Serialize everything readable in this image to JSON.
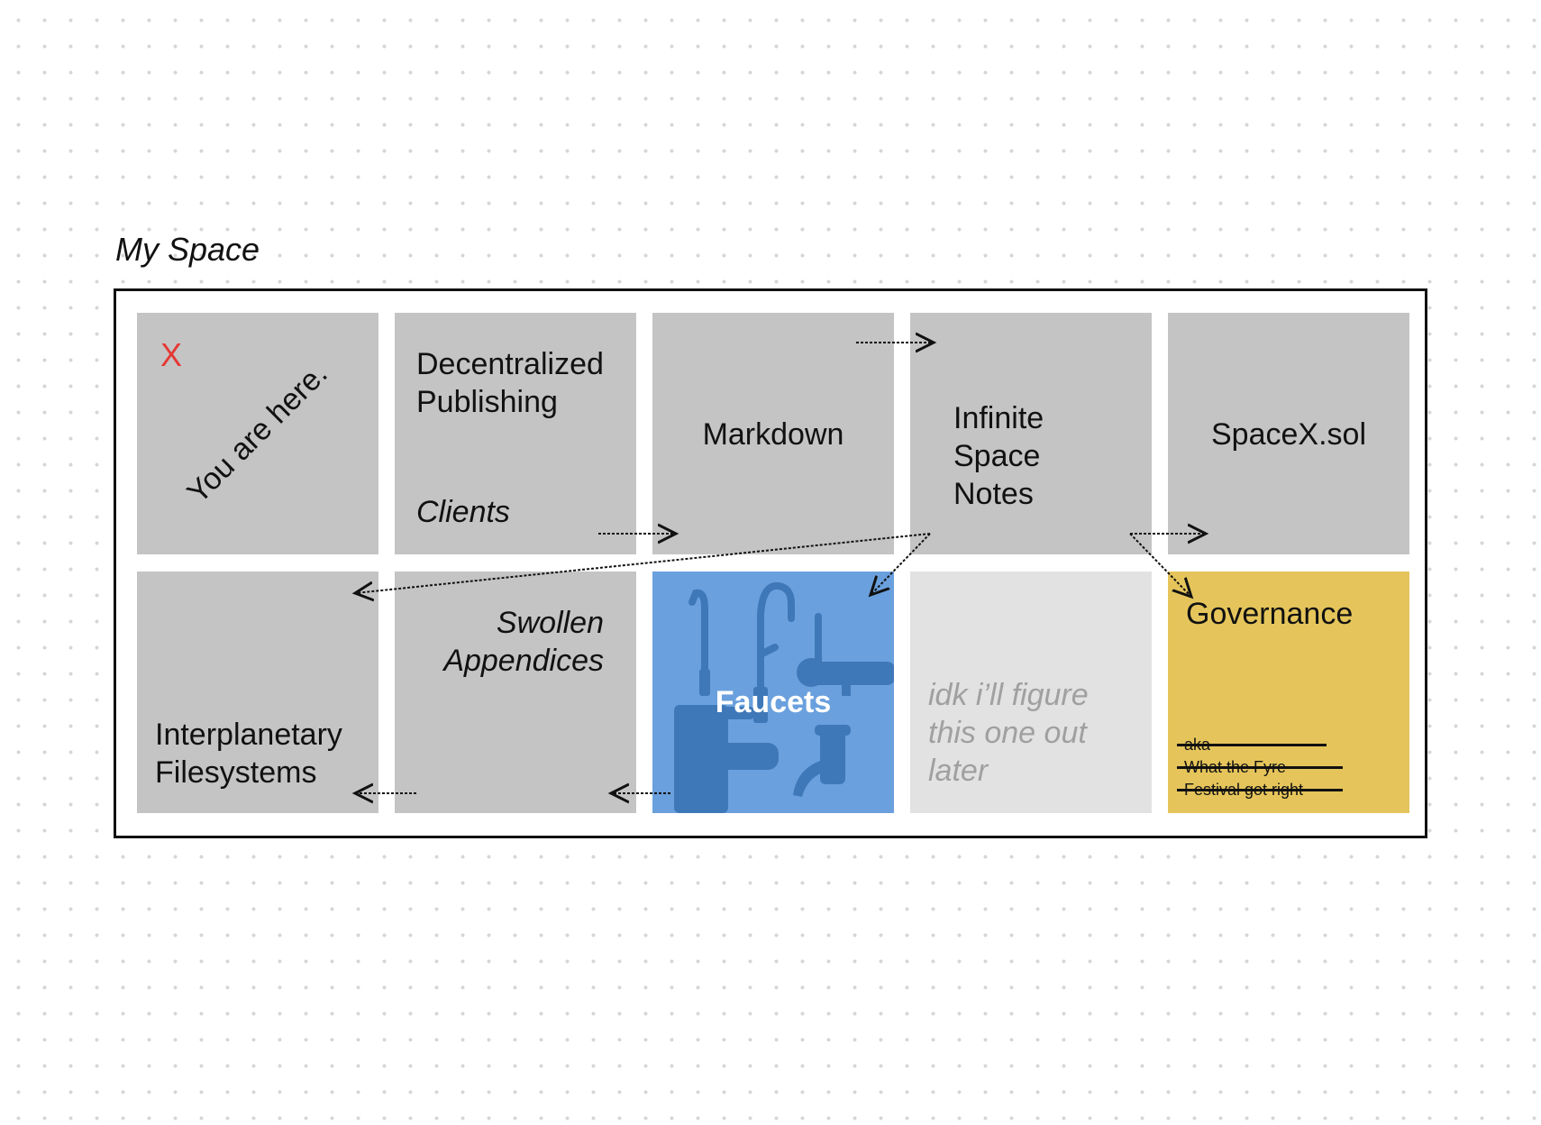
{
  "space_title": "My Space",
  "tiles": {
    "you_are_here": {
      "marker": "X",
      "text": "You are here."
    },
    "decentralized": {
      "line1": "Decentralized",
      "line2": "Publishing",
      "sub": "Clients"
    },
    "markdown": {
      "text": "Markdown"
    },
    "infinite": {
      "line1": "Infinite",
      "line2": "Space",
      "line3": "Notes"
    },
    "spacex": {
      "text": "SpaceX.sol"
    },
    "interplanetary": {
      "line1": "Interplanetary",
      "line2": "Filesystems"
    },
    "swollen": {
      "line1": "Swollen",
      "line2": "Appendices"
    },
    "faucets": {
      "label": "Faucets"
    },
    "idk": {
      "line1": "idk i’ll figure",
      "line2": "this one out",
      "line3": "later"
    },
    "governance": {
      "title": "Governance",
      "strike1": "aka",
      "strike2": "What the Fyre",
      "strike3": "Festival got right"
    }
  },
  "colors": {
    "tile_gray": "#c4c4c4",
    "faucets_blue": "#6aa0dd",
    "idk_light": "#e2e2e2",
    "governance_yellow": "#e5c55b",
    "marker_red": "#e53935"
  },
  "icons": [
    "faucet-icon",
    "arrow-icon"
  ]
}
